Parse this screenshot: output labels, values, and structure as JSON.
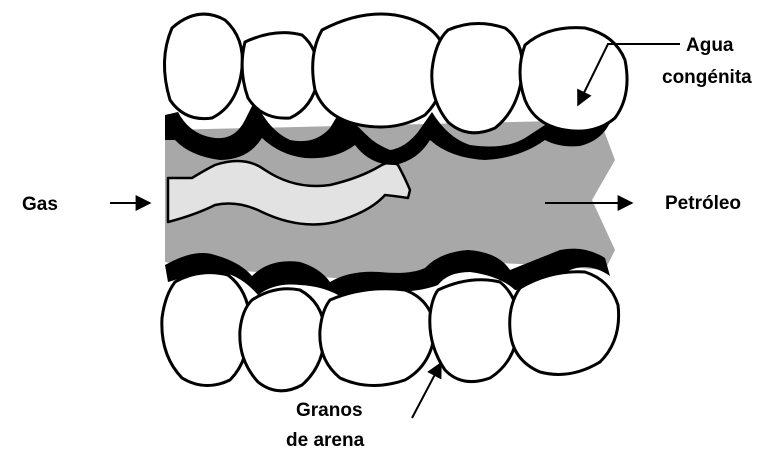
{
  "labels": {
    "gas": "Gas",
    "oil": "Petróleo",
    "water_line1": "Agua",
    "water_line2": "congénita",
    "sand_line1": "Granos",
    "sand_line2": "de arena"
  },
  "colors": {
    "pore_fluid": "#a8a8a8",
    "gas_channel": "#e2e2e2",
    "grain": "#ffffff",
    "water_film": "#000000"
  }
}
